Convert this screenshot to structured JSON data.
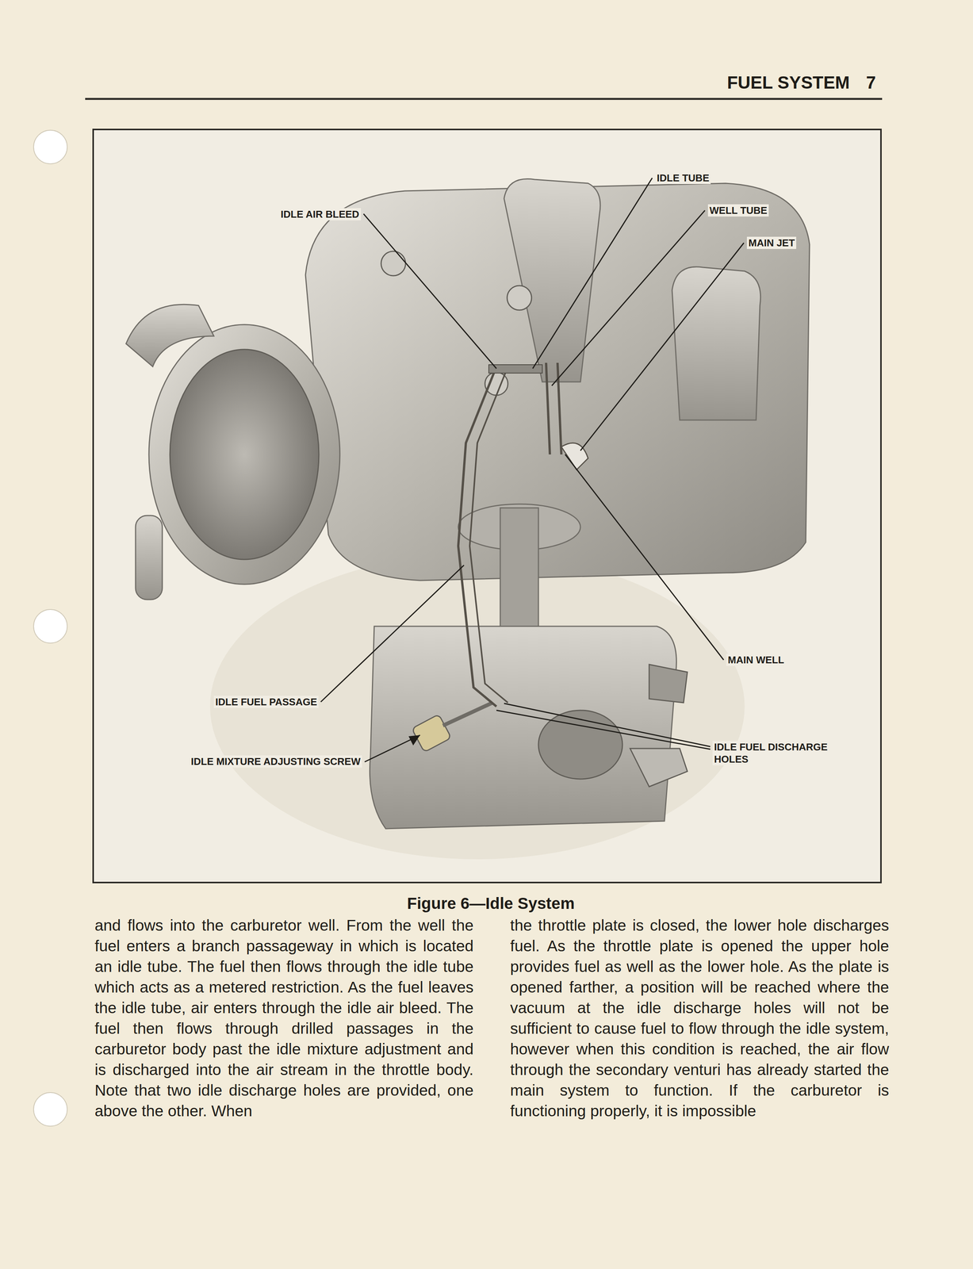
{
  "diagram": {
    "caption": "Figure 6—Idle System",
    "labels": [
      "FUEL SYSTEM",
      "7",
      "IDLE TUBE",
      "IDLE AIR BLEED",
      "WELL TUBE",
      "MAIN JET",
      "MAIN WELL",
      "IDLE FUEL PASSAGE",
      "IDLE MIXTURE ADJUSTING SCREW",
      "IDLE FUEL DISCHARGE HOLES",
      "and flows into the carburetor well. From the well the fuel enters a branch passageway in which is located an idle tube. The fuel then flows through the idle tube which acts as a metered restriction. As the fuel leaves the idle tube, air enters through the idle air bleed. The fuel then flows through drilled passages in the carburetor body past the idle mixture adjustment and is discharged into the air stream in the throttle body. Note that two idle discharge holes are provided, one above the other. When",
      "the throttle plate is closed, the lower hole discharges fuel. As the throttle plate is opened the upper hole provides fuel as well as the lower hole. As the plate is opened farther, a position will be reached where the vacuum at the idle discharge holes will not be sufficient to cause fuel to flow through the idle system, however when this condition is reached, the air flow through the secondary venturi has already started the main system to function. If the carburetor is functioning properly, it is impossible"
    ]
  }
}
